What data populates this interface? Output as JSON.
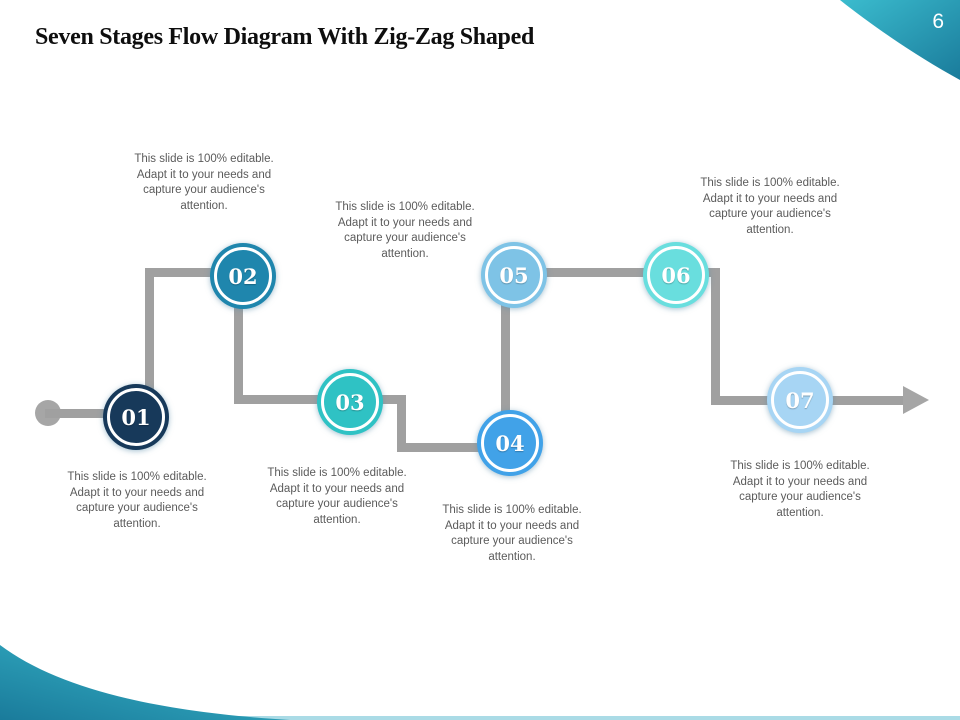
{
  "slide": {
    "title": "Seven Stages Flow Diagram With Zig-Zag Shaped",
    "page_number": "6",
    "caption_text": "This slide is 100% editable. Adapt it to your needs and capture your audience's attention.",
    "stages": [
      {
        "number": "01",
        "color": "#17395A"
      },
      {
        "number": "02",
        "color": "#1F86AD"
      },
      {
        "number": "03",
        "color": "#2FC2C4"
      },
      {
        "number": "04",
        "color": "#41A2E8"
      },
      {
        "number": "05",
        "color": "#7EC3E6"
      },
      {
        "number": "06",
        "color": "#69DEDE"
      },
      {
        "number": "07",
        "color": "#A7D5F4"
      }
    ],
    "colors": {
      "connector_gray": "#A0A0A0",
      "corner_teal_light": "#3BBCCE",
      "corner_teal_dark": "#1A7B9B",
      "bottom_strip": "#AADBE6",
      "title_text": "#0E0E0E",
      "caption_text_color": "#5B5B5B"
    }
  }
}
